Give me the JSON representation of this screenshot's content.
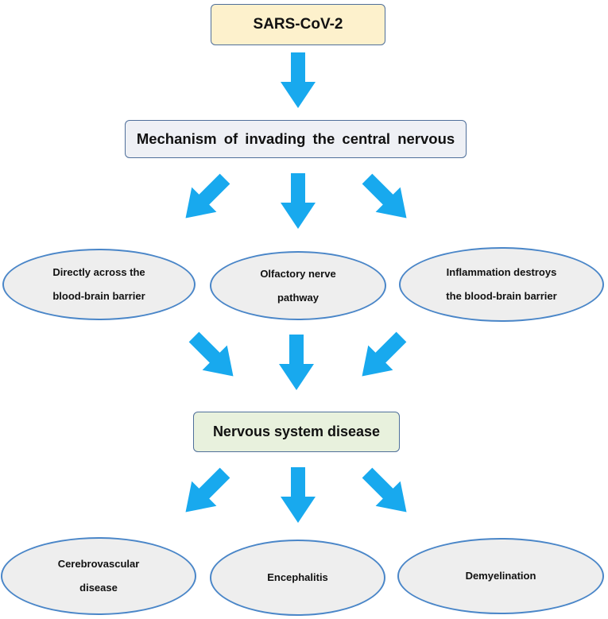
{
  "diagram": {
    "virus_label": "SARS-CoV-2",
    "mechanism_label": "Mechanism of invading the central nervous",
    "pathways": [
      {
        "lines": [
          "Directly across the",
          "blood-brain barrier"
        ]
      },
      {
        "lines": [
          "Olfactory nerve",
          "pathway"
        ]
      },
      {
        "lines": [
          "Inflammation destroys",
          "the blood-brain barrier"
        ]
      }
    ],
    "disease_label": "Nervous system disease",
    "outcomes": [
      {
        "lines": [
          "Cerebrovascular",
          "disease"
        ]
      },
      {
        "lines": [
          "Encephalitis"
        ]
      },
      {
        "lines": [
          "Demyelination"
        ]
      }
    ],
    "colors": {
      "arrow": "#18a9ee",
      "virus_box": "#fdf1cc",
      "mechanism_box": "#eef0f5",
      "disease_box": "#e8f1dd",
      "oval_fill": "#eeeeee",
      "oval_border": "#4a86c8"
    }
  }
}
